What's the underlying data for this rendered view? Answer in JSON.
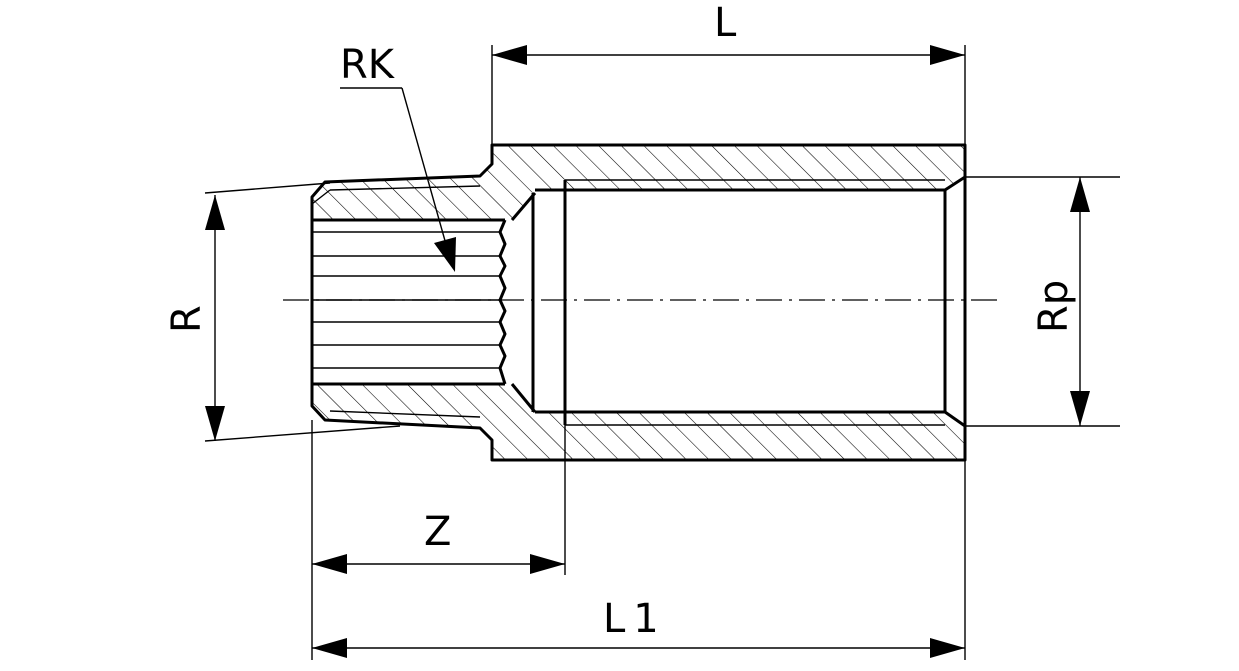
{
  "labels": {
    "L": "L",
    "RK": "RK",
    "R": "R",
    "Rp": "Rp",
    "Z": "Z",
    "L1": "L1"
  }
}
